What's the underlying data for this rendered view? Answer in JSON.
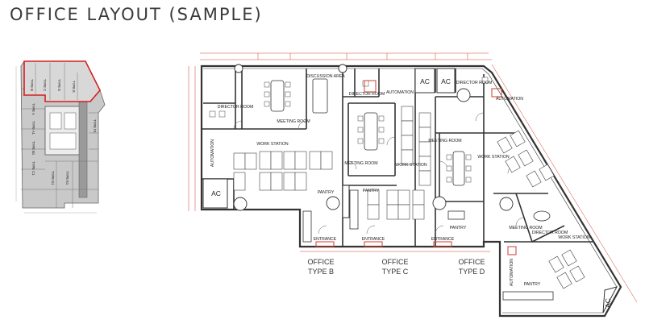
{
  "title": "OFFICE LAYOUT (SAMPLE)",
  "key_plan": {
    "units": [
      "TYPE B",
      "TYPE C",
      "TYPE D",
      "TYPE E",
      "TYPE A",
      "TYPE A1",
      "TYPE B1",
      "TYPE C1",
      "TYPE D1",
      "TYPE E1",
      "TYPE F1"
    ]
  },
  "rooms": {
    "director_room_b": "DIRECTOR ROOM",
    "discussion_area": "DISCUSSION AREA",
    "meeting_room_b": "MEETING ROOM",
    "automation_b": "AUTOMATION",
    "workstation_b": "WORK STATION",
    "ac_b": "AC",
    "pantry_b": "PANTRY",
    "entrance_b": "ENTRANCE",
    "director_room_c": "DIRECTOR ROOM",
    "automation_c": "AUTOMATION",
    "meeting_room_c": "MEETING ROOM",
    "workstation_c": "WORK STATION",
    "pantry_c": "PANTRY",
    "entrance_c": "ENTRANCE",
    "ac_c": "AC",
    "ac_d_top": "AC",
    "director_room_d": "DIRECTOR ROOM",
    "meeting_room_d": "MEETING ROOM",
    "workstation_d": "WORK STATION",
    "pantry_d": "PANTRY",
    "entrance_d": "ENTRANCE",
    "workstation_e": "WORK STATION",
    "meeting_room_e": "MEETING ROOM",
    "director_room_e": "DIRECTOR ROOM",
    "pantry_e": "PANTRY",
    "automation_e": "AUTOMATION",
    "ac_e": "AC"
  },
  "office_types": {
    "b": {
      "line1": "OFFICE",
      "line2": "TYPE B"
    },
    "c": {
      "line1": "OFFICE",
      "line2": "TYPE C"
    },
    "d": {
      "line1": "OFFICE",
      "line2": "TYPE D"
    }
  },
  "colors": {
    "wall": "#333333",
    "dim": "#d23b2e",
    "highlight": "#d42020",
    "key_fill": "#c9c9c9",
    "key_dark": "#9a9a9a"
  }
}
